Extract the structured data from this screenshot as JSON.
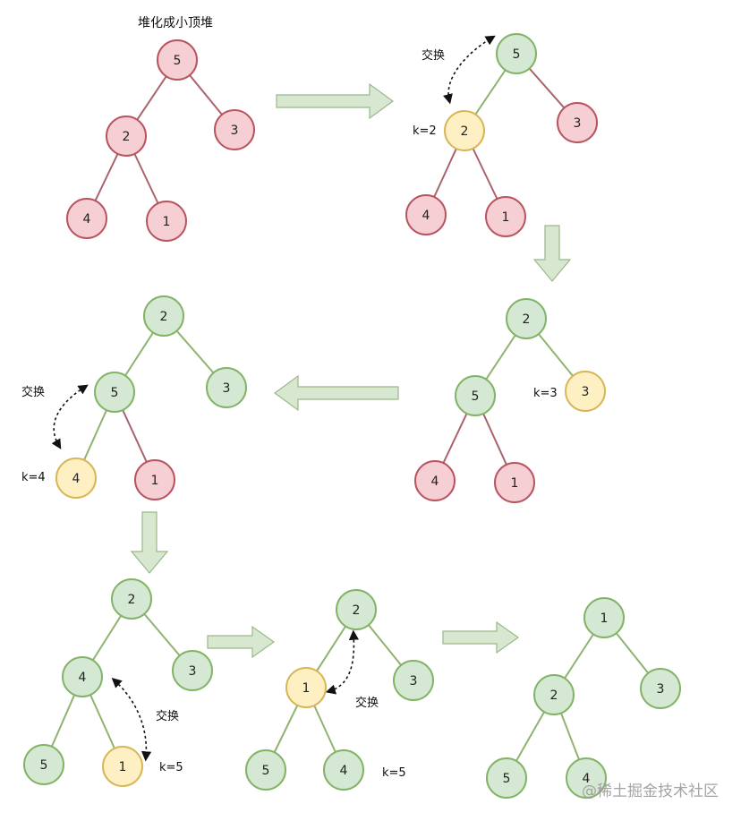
{
  "title": "堆化成小顶堆",
  "watermark": "@稀土掘金技术社区",
  "colors": {
    "red_fill": "#f5cfd3",
    "red_stroke": "#b85460",
    "green_fill": "#d5e8d4",
    "green_stroke": "#82b366",
    "yellow_fill": "#fff0c4",
    "yellow_stroke": "#d6b656",
    "red_edge": "#a9636c",
    "green_edge": "#8fb36f",
    "arrow_fill": "#d8e7cf",
    "arrow_stroke": "#9ab88a"
  },
  "trees": [
    {
      "id": "t1",
      "nodes": [
        {
          "label": "5",
          "color": "red"
        },
        {
          "label": "2",
          "color": "red"
        },
        {
          "label": "3",
          "color": "red"
        },
        {
          "label": "4",
          "color": "red"
        },
        {
          "label": "1",
          "color": "red"
        }
      ],
      "edges": [
        [
          0,
          1,
          "red"
        ],
        [
          0,
          2,
          "red"
        ],
        [
          1,
          3,
          "red"
        ],
        [
          1,
          4,
          "red"
        ]
      ]
    },
    {
      "id": "t2",
      "nodes": [
        {
          "label": "5",
          "color": "green"
        },
        {
          "label": "2",
          "color": "yellow"
        },
        {
          "label": "3",
          "color": "red"
        },
        {
          "label": "4",
          "color": "red"
        },
        {
          "label": "1",
          "color": "red"
        }
      ],
      "edges": [
        [
          0,
          1,
          "green"
        ],
        [
          0,
          2,
          "red"
        ],
        [
          1,
          3,
          "red"
        ],
        [
          1,
          4,
          "red"
        ]
      ]
    },
    {
      "id": "t3",
      "nodes": [
        {
          "label": "2",
          "color": "green"
        },
        {
          "label": "5",
          "color": "green"
        },
        {
          "label": "3",
          "color": "yellow"
        },
        {
          "label": "4",
          "color": "red"
        },
        {
          "label": "1",
          "color": "red"
        }
      ],
      "edges": [
        [
          0,
          1,
          "green"
        ],
        [
          0,
          2,
          "green"
        ],
        [
          1,
          3,
          "red"
        ],
        [
          1,
          4,
          "red"
        ]
      ]
    },
    {
      "id": "t4",
      "nodes": [
        {
          "label": "2",
          "color": "green"
        },
        {
          "label": "5",
          "color": "green"
        },
        {
          "label": "3",
          "color": "green"
        },
        {
          "label": "4",
          "color": "yellow"
        },
        {
          "label": "1",
          "color": "red"
        }
      ],
      "edges": [
        [
          0,
          1,
          "green"
        ],
        [
          0,
          2,
          "green"
        ],
        [
          1,
          3,
          "green"
        ],
        [
          1,
          4,
          "red"
        ]
      ]
    },
    {
      "id": "t5",
      "nodes": [
        {
          "label": "2",
          "color": "green"
        },
        {
          "label": "4",
          "color": "green"
        },
        {
          "label": "3",
          "color": "green"
        },
        {
          "label": "5",
          "color": "green"
        },
        {
          "label": "1",
          "color": "yellow"
        }
      ],
      "edges": [
        [
          0,
          1,
          "green"
        ],
        [
          0,
          2,
          "green"
        ],
        [
          1,
          3,
          "green"
        ],
        [
          1,
          4,
          "green"
        ]
      ]
    },
    {
      "id": "t6",
      "nodes": [
        {
          "label": "2",
          "color": "green"
        },
        {
          "label": "1",
          "color": "yellow"
        },
        {
          "label": "3",
          "color": "green"
        },
        {
          "label": "5",
          "color": "green"
        },
        {
          "label": "4",
          "color": "green"
        }
      ],
      "edges": [
        [
          0,
          1,
          "green"
        ],
        [
          0,
          2,
          "green"
        ],
        [
          1,
          3,
          "green"
        ],
        [
          1,
          4,
          "green"
        ]
      ]
    },
    {
      "id": "t7",
      "nodes": [
        {
          "label": "1",
          "color": "green"
        },
        {
          "label": "2",
          "color": "green"
        },
        {
          "label": "3",
          "color": "green"
        },
        {
          "label": "5",
          "color": "green"
        },
        {
          "label": "4",
          "color": "green"
        }
      ],
      "edges": [
        [
          0,
          1,
          "green"
        ],
        [
          0,
          2,
          "green"
        ],
        [
          1,
          3,
          "green"
        ],
        [
          1,
          4,
          "green"
        ]
      ]
    }
  ],
  "annotations": {
    "t2_swap": "交换",
    "t2_k": "k=2",
    "t3_k": "k=3",
    "t4_swap": "交换",
    "t4_k": "k=4",
    "t5_swap": "交换",
    "t5_k": "k=5",
    "t6_swap": "交换",
    "t6_k": "k=5"
  },
  "flow_arrows": [
    "right",
    "down",
    "left",
    "down",
    "right",
    "right"
  ]
}
